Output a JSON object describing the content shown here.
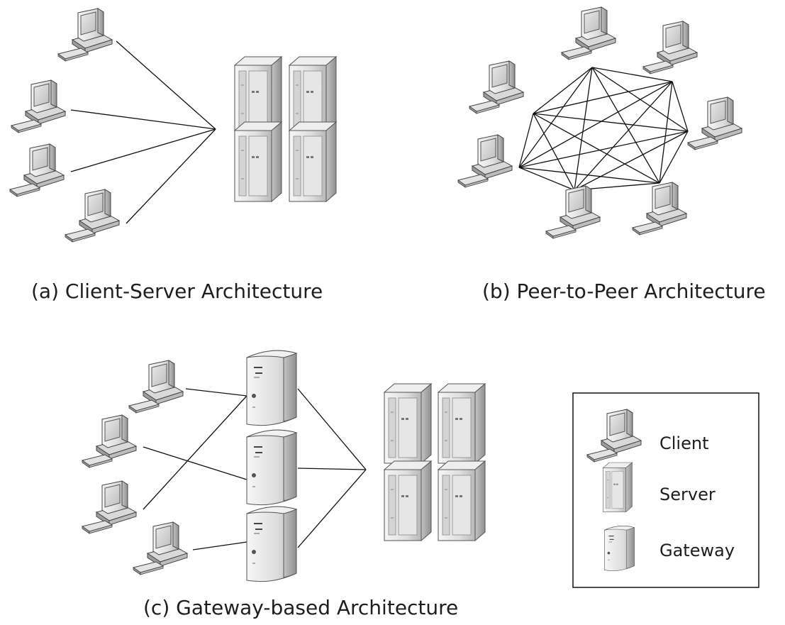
{
  "diagram": {
    "captions": {
      "client_server": "(a) Client-Server Architecture",
      "peer_to_peer": "(b) Peer-to-Peer Architecture",
      "gateway_based": "(c) Gateway-based Architecture"
    },
    "legend": {
      "client": "Client",
      "server": "Server",
      "gateway": "Gateway"
    },
    "icons": {
      "client": "desktop-computer-icon",
      "server": "server-tower-icon",
      "gateway": "gateway-tower-icon"
    },
    "colors": {
      "line": "#111111",
      "device_body": "#e6e6e6",
      "device_shade": "#a9a9a9",
      "screen": "#d0d0d0"
    }
  }
}
